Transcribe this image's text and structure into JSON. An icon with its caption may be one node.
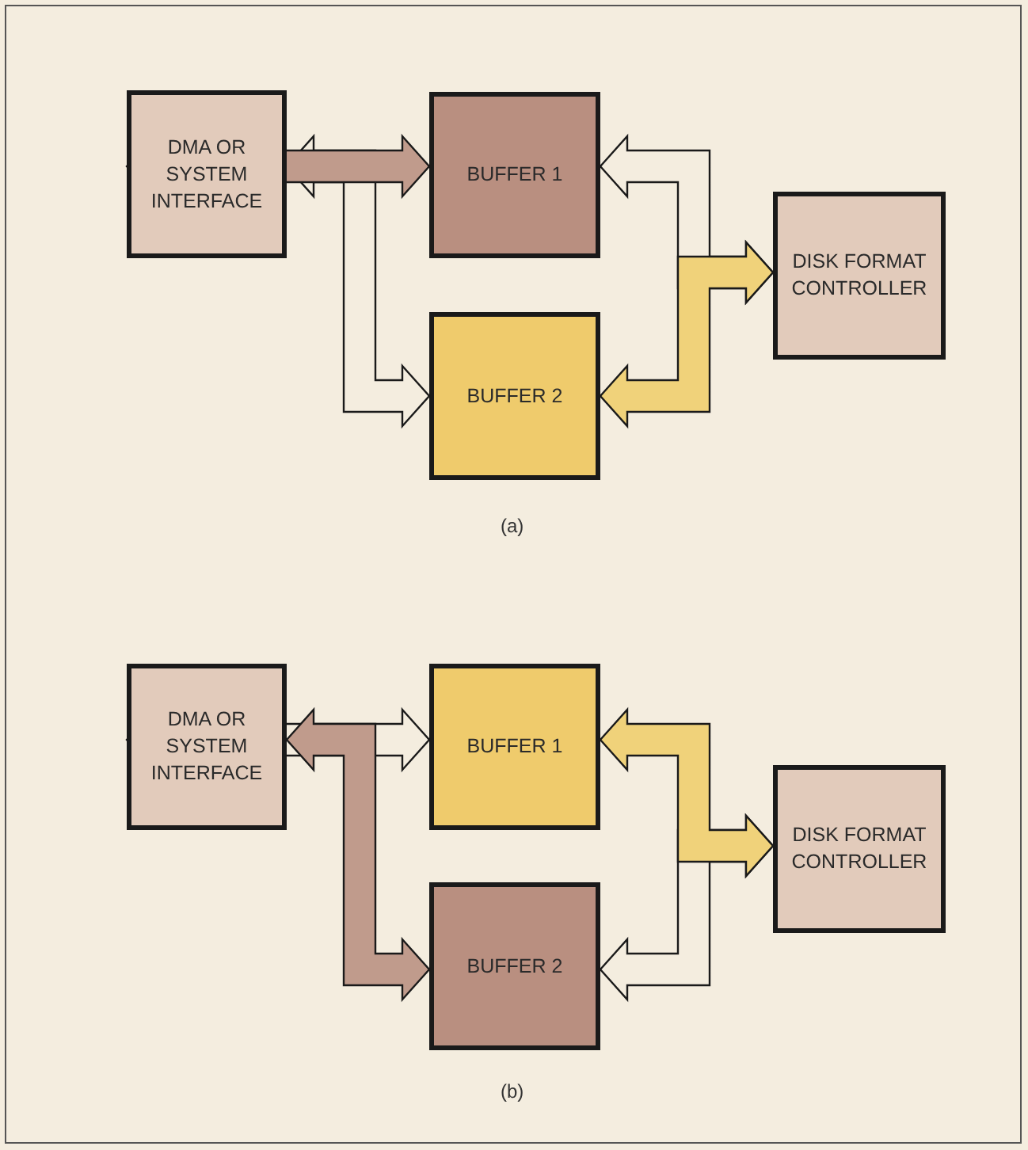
{
  "diagram": {
    "nodes": [
      {
        "text": [
          "DMA OR SYSTEM INTERFACE"
        ]
      },
      {
        "text": [
          "BUFFER 1"
        ]
      },
      {
        "text": [
          "BUFFER 2"
        ]
      },
      {
        "text": [
          "DISK FORMAT CONTROLLER"
        ]
      },
      {
        "text": [
          "DMA OR SYSTEM INTERFACE"
        ]
      },
      {
        "text": [
          "BUFFER 1"
        ]
      },
      {
        "text": [
          "BUFFER 2"
        ]
      },
      {
        "text": [
          "DISK FORMAT CONTROLLER"
        ]
      }
    ],
    "edges": [
      {
        "from": 0,
        "to": 1,
        "arrow": "both",
        "color": "#c09b8c"
      },
      {
        "from": 0,
        "to": 2,
        "arrow": "both"
      },
      {
        "from": 1,
        "to": 3,
        "arrow": "both"
      },
      {
        "from": 2,
        "to": 3,
        "arrow": "both",
        "color": "#f0d27a"
      },
      {
        "from": 4,
        "to": 5,
        "arrow": "both"
      },
      {
        "from": 4,
        "to": 6,
        "arrow": "both",
        "color": "#c09b8c"
      },
      {
        "from": 5,
        "to": 7,
        "arrow": "both",
        "color": "#f0d27a"
      },
      {
        "from": 6,
        "to": 7,
        "arrow": "both"
      }
    ],
    "labels": [
      "(a)",
      "(b)"
    ]
  }
}
